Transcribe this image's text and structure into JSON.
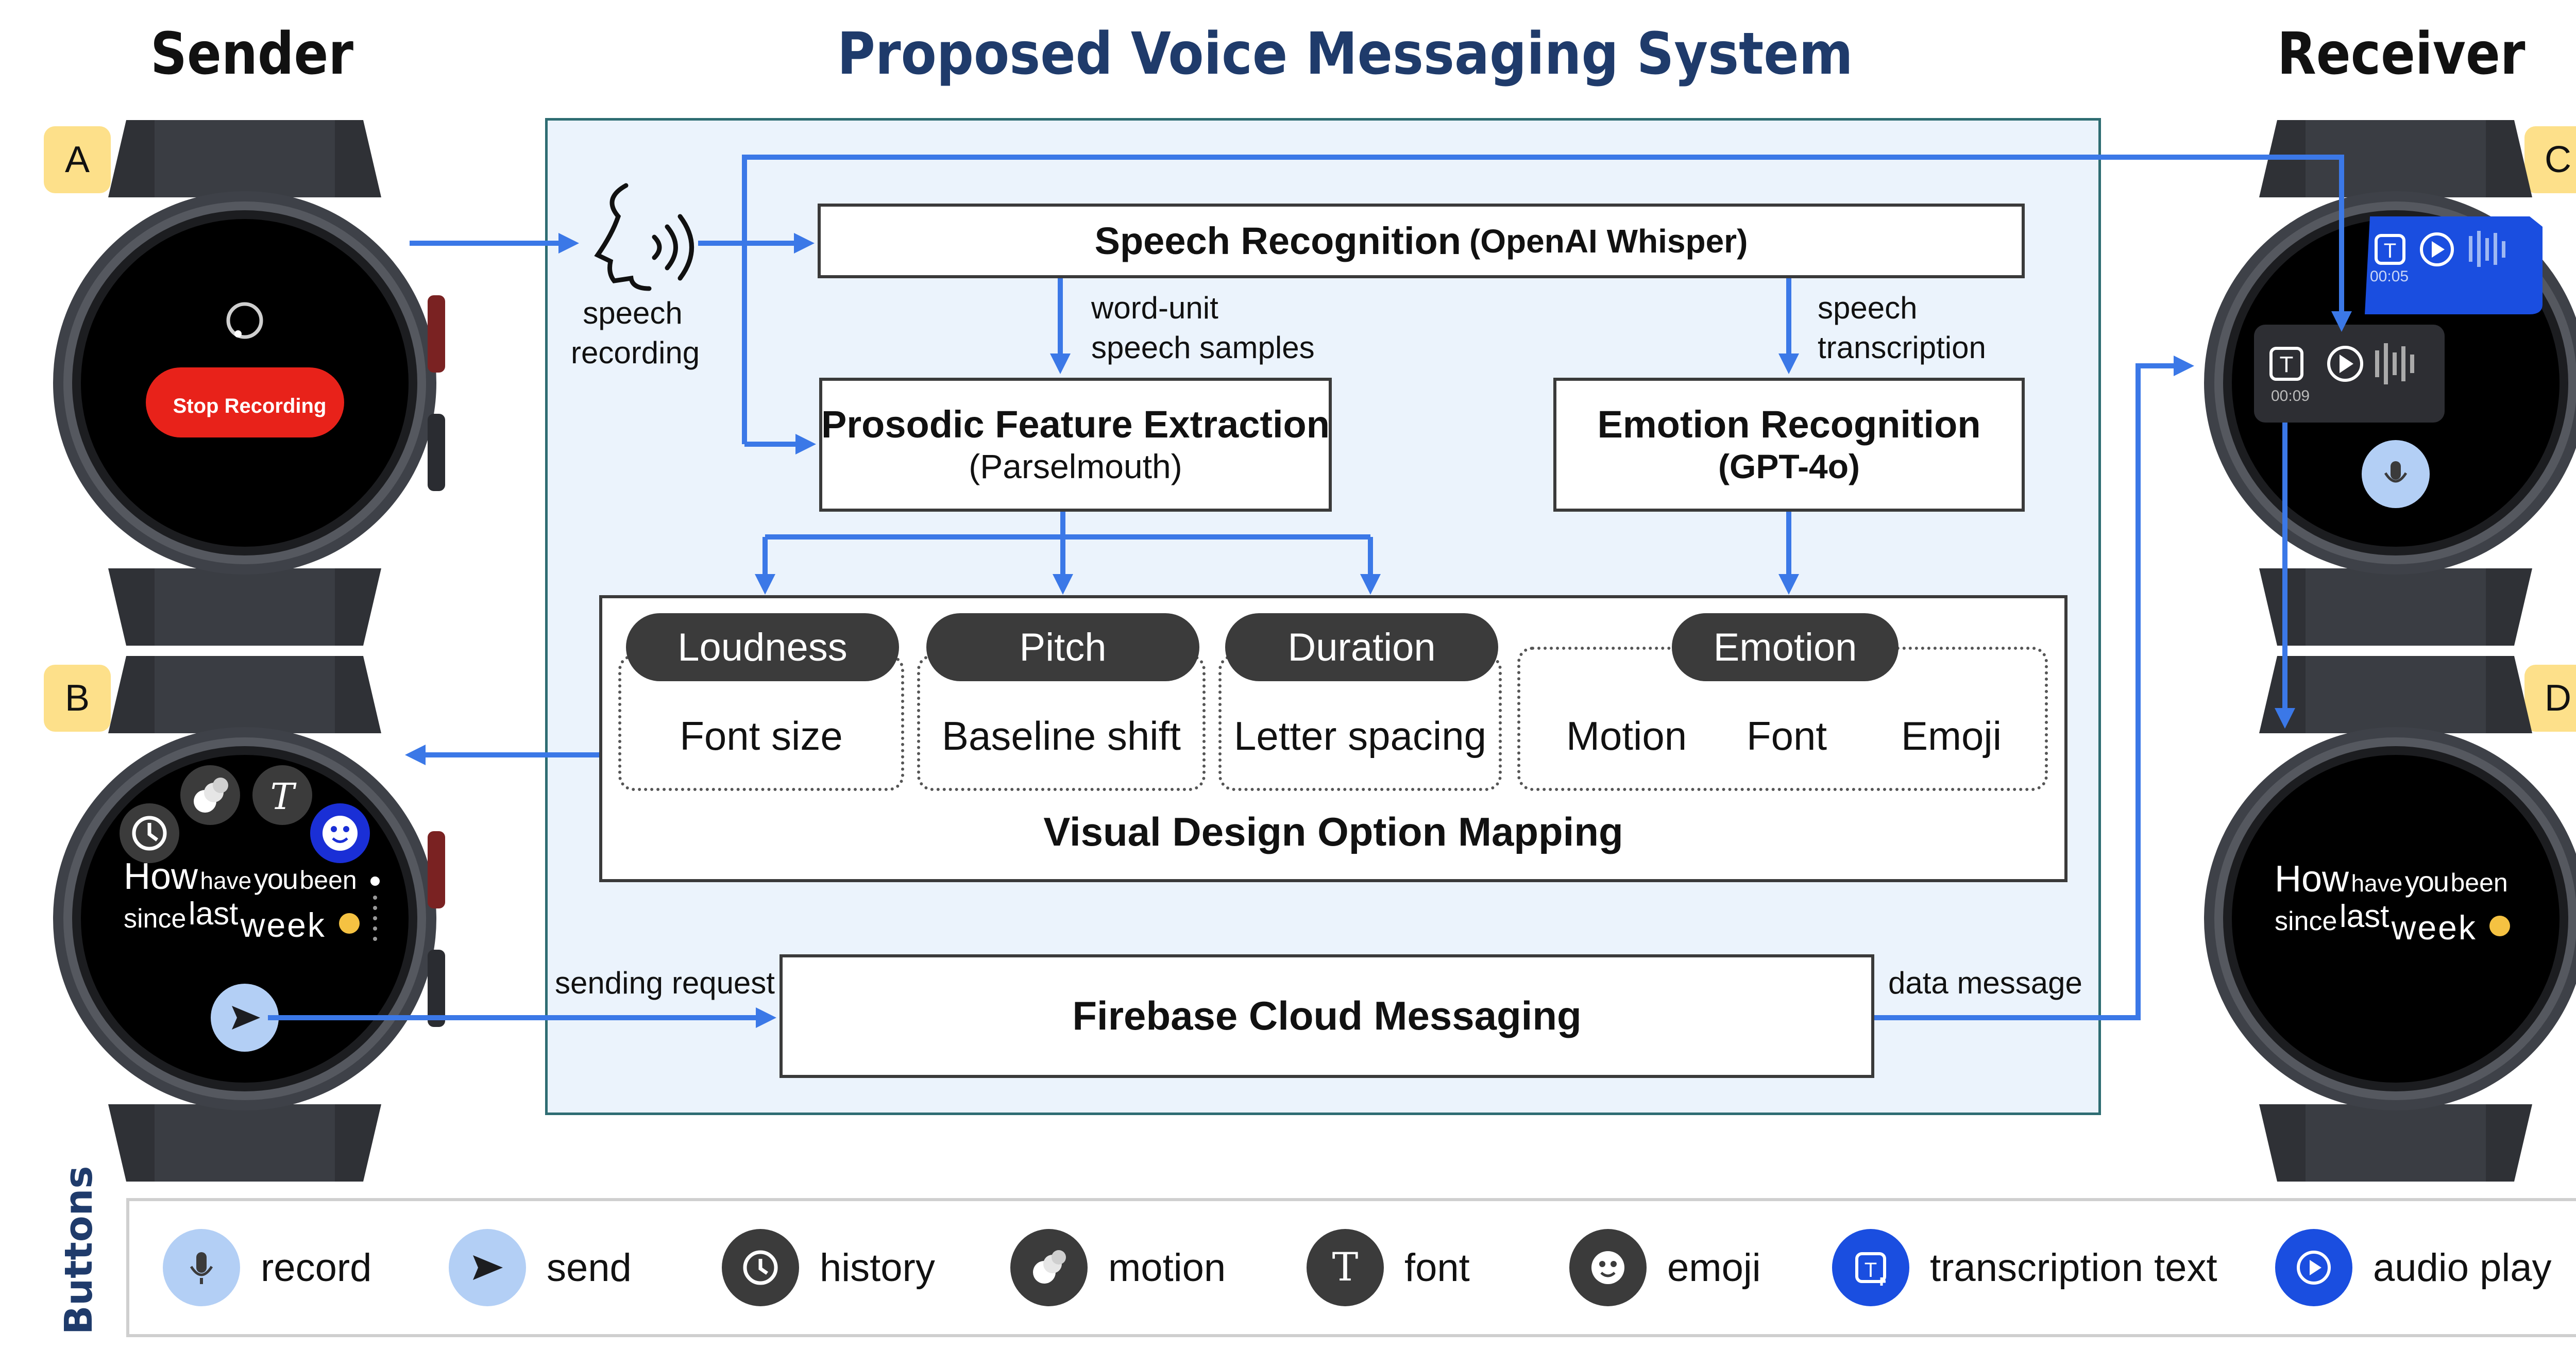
{
  "titles": {
    "sender": "Sender",
    "system": "Proposed Voice Messaging System",
    "receiver": "Receiver"
  },
  "badges": [
    "A",
    "B",
    "C",
    "D"
  ],
  "watch_a": {
    "stop_label": "Stop Recording"
  },
  "watch_b": {
    "message_words": [
      "How",
      "have",
      "you",
      "been",
      "since",
      "last",
      "week"
    ]
  },
  "watch_c": {
    "time_top": "00:05",
    "time_bottom": "00:09"
  },
  "watch_d": {
    "message_words": [
      "How",
      "have",
      "you",
      "been",
      "since",
      "last",
      "week"
    ]
  },
  "pipeline": {
    "speech_label_1": "speech",
    "speech_label_2": "recording",
    "speech_recognition": "Speech Recognition",
    "speech_recognition_model": "(OpenAI Whisper)",
    "word_unit_1": "word-unit",
    "word_unit_2": "speech samples",
    "transcription_1": "speech",
    "transcription_2": "transcription",
    "prosodic_title": "Prosodic Feature Extraction",
    "prosodic_model": "(Parselmouth)",
    "emotion_title": "Emotion Recognition",
    "emotion_model": "(GPT-4o)"
  },
  "mapping": {
    "title": "Visual Design Option Mapping",
    "features": [
      {
        "name": "Loudness",
        "option": "Font size"
      },
      {
        "name": "Pitch",
        "option": "Baseline shift"
      },
      {
        "name": "Duration",
        "option": "Letter spacing"
      }
    ],
    "emotion": {
      "name": "Emotion",
      "options": [
        "Motion",
        "Font",
        "Emoji"
      ]
    }
  },
  "messaging": {
    "fcm": "Firebase Cloud Messaging",
    "sending_request": "sending request",
    "data_message": "data message"
  },
  "legend": {
    "title": "Buttons",
    "items": [
      {
        "label": "record",
        "icon": "mic-icon"
      },
      {
        "label": "send",
        "icon": "send-icon"
      },
      {
        "label": "history",
        "icon": "history-icon"
      },
      {
        "label": "motion",
        "icon": "motion-icon"
      },
      {
        "label": "font",
        "icon": "font-icon"
      },
      {
        "label": "emoji",
        "icon": "emoji-icon"
      },
      {
        "label": "transcription text",
        "icon": "transcription-text-icon"
      },
      {
        "label": "audio play",
        "icon": "audio-play-icon"
      }
    ]
  },
  "colors": {
    "arrow": "#3b78e7",
    "title_blue": "#1f3b6b",
    "panel_bg": "#ebf3fc",
    "panel_border": "#2f6d73",
    "badge": "#fde08a",
    "pill": "#3b3b3b",
    "stop_red": "#e8221a",
    "watch_button_light": "#b3cff5",
    "accent_blue": "#1a4ee0"
  }
}
